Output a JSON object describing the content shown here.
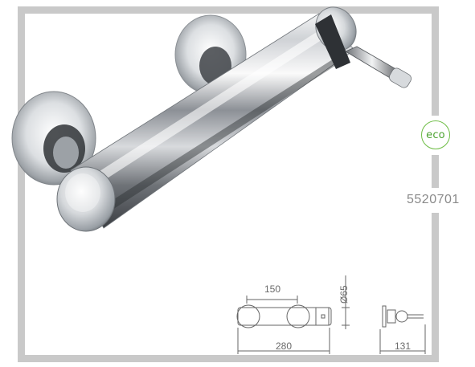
{
  "product": {
    "code": "5520701",
    "eco_badge_text": "eco",
    "eco_color": "#6ebd45",
    "frame_color": "#c8c8c8",
    "chrome_color": "#b8bcc2"
  },
  "dimensions": {
    "center_distance": "150",
    "total_width": "280",
    "diameter": "Ø65",
    "depth": "131"
  },
  "icons": [
    "shower-mixer-photo",
    "eco-badge-icon",
    "front-view-drawing",
    "side-view-drawing"
  ]
}
